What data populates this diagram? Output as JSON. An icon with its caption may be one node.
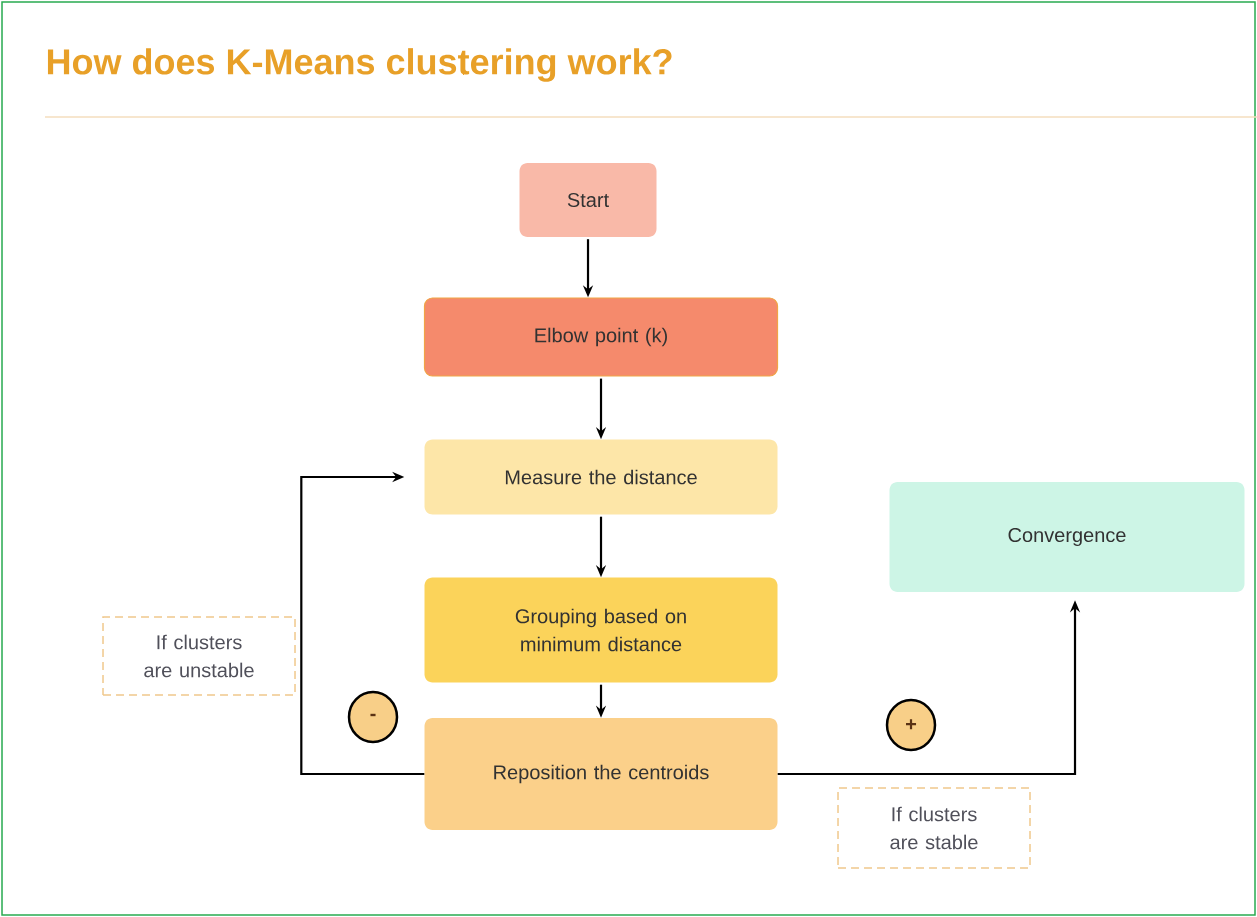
{
  "diagram": {
    "title": "How does K-Means clustering work?",
    "nodes": [
      {
        "text": [
          "Start"
        ]
      },
      {
        "text": [
          "Elbow point (k)"
        ]
      },
      {
        "text": [
          "Measure the distance"
        ]
      },
      {
        "text": [
          "Grouping based on minimum distance"
        ]
      },
      {
        "text": [
          "Reposition the centroids"
        ]
      },
      {
        "text": [
          "Convergence"
        ]
      },
      {
        "text": [
          "If clusters are unstable"
        ]
      },
      {
        "text": [
          "-"
        ]
      },
      {
        "text": [
          "+"
        ]
      },
      {
        "text": [
          "If clusters are stable"
        ]
      }
    ],
    "edges": [
      {
        "from": 0,
        "to": 1,
        "arrow": "to"
      },
      {
        "from": 1,
        "to": 2,
        "arrow": "to"
      },
      {
        "from": 2,
        "to": 3,
        "arrow": "to"
      },
      {
        "from": 3,
        "to": 4,
        "arrow": "to"
      },
      {
        "from": 4,
        "to": 2,
        "arrow": "to"
      },
      {
        "from": 4,
        "to": 5,
        "arrow": "to"
      }
    ]
  }
}
